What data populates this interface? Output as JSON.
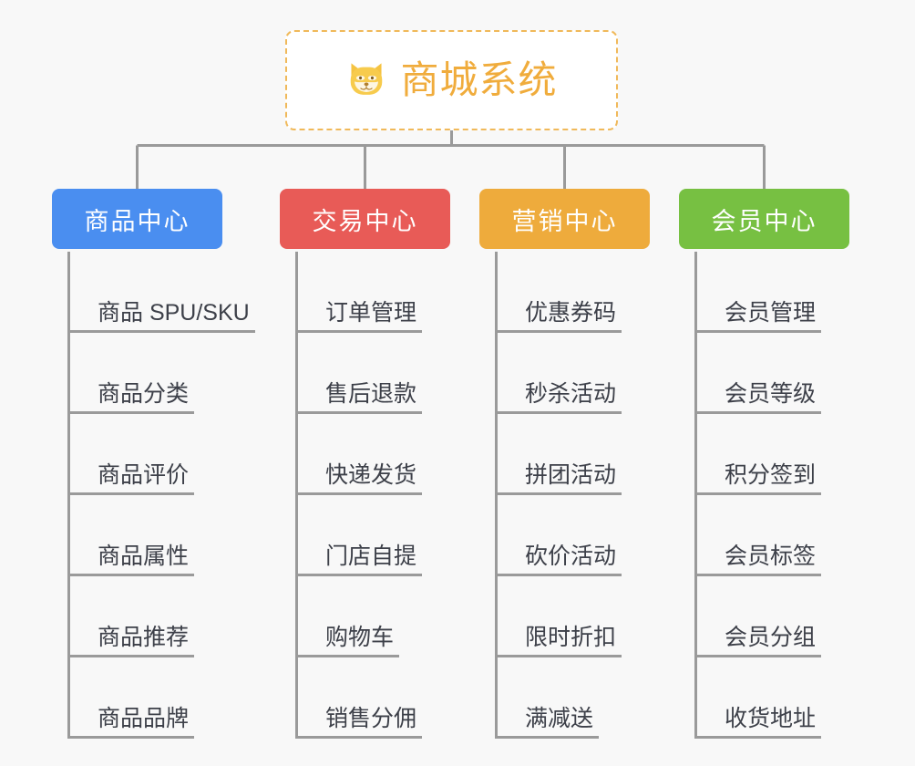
{
  "diagram": {
    "type": "org-tree",
    "background_color": "#f8f8f8",
    "connector_color": "#9a9a9a",
    "root": {
      "title": "商城系统",
      "icon": "dog-face-emoji",
      "text_color": "#f0ac3c",
      "border_color": "#f0b95a",
      "background_color": "#ffffff"
    },
    "branches": [
      {
        "title": "商品中心",
        "color": "#4a8ef0",
        "children": [
          "商品 SPU/SKU",
          "商品分类",
          "商品评价",
          "商品属性",
          "商品推荐",
          "商品品牌"
        ]
      },
      {
        "title": "交易中心",
        "color": "#e85b57",
        "children": [
          "订单管理",
          "售后退款",
          "快递发货",
          "门店自提",
          "购物车",
          "销售分佣"
        ]
      },
      {
        "title": "营销中心",
        "color": "#eeab3c",
        "children": [
          "优惠券码",
          "秒杀活动",
          "拼团活动",
          "砍价活动",
          "限时折扣",
          "满减送"
        ]
      },
      {
        "title": "会员中心",
        "color": "#77c042",
        "children": [
          "会员管理",
          "会员等级",
          "积分签到",
          "会员标签",
          "会员分组",
          "收货地址"
        ]
      }
    ]
  }
}
